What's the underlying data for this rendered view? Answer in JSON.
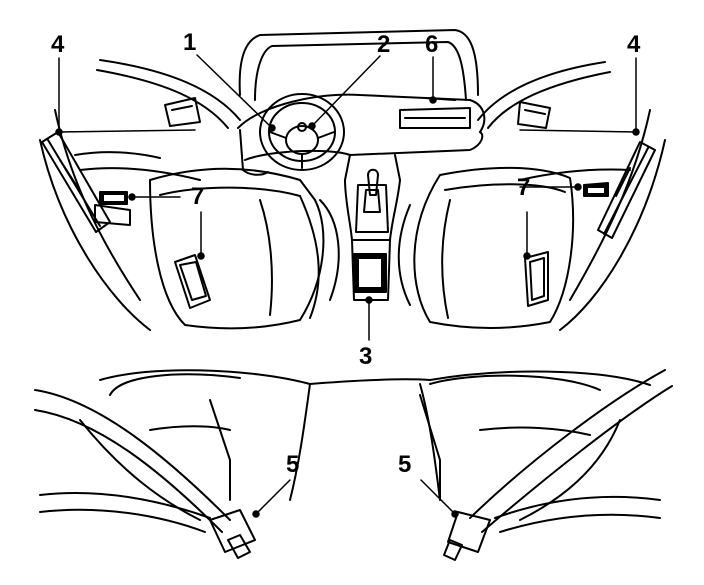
{
  "diagram": {
    "callouts": [
      {
        "id": "c1",
        "label": "1"
      },
      {
        "id": "c2",
        "label": "2"
      },
      {
        "id": "c3",
        "label": "3"
      },
      {
        "id": "c4l",
        "label": "4"
      },
      {
        "id": "c4r",
        "label": "4"
      },
      {
        "id": "c5l",
        "label": "5"
      },
      {
        "id": "c5r",
        "label": "5"
      },
      {
        "id": "c6",
        "label": "6"
      },
      {
        "id": "c7l",
        "label": "7"
      },
      {
        "id": "c7r",
        "label": "7"
      }
    ]
  }
}
